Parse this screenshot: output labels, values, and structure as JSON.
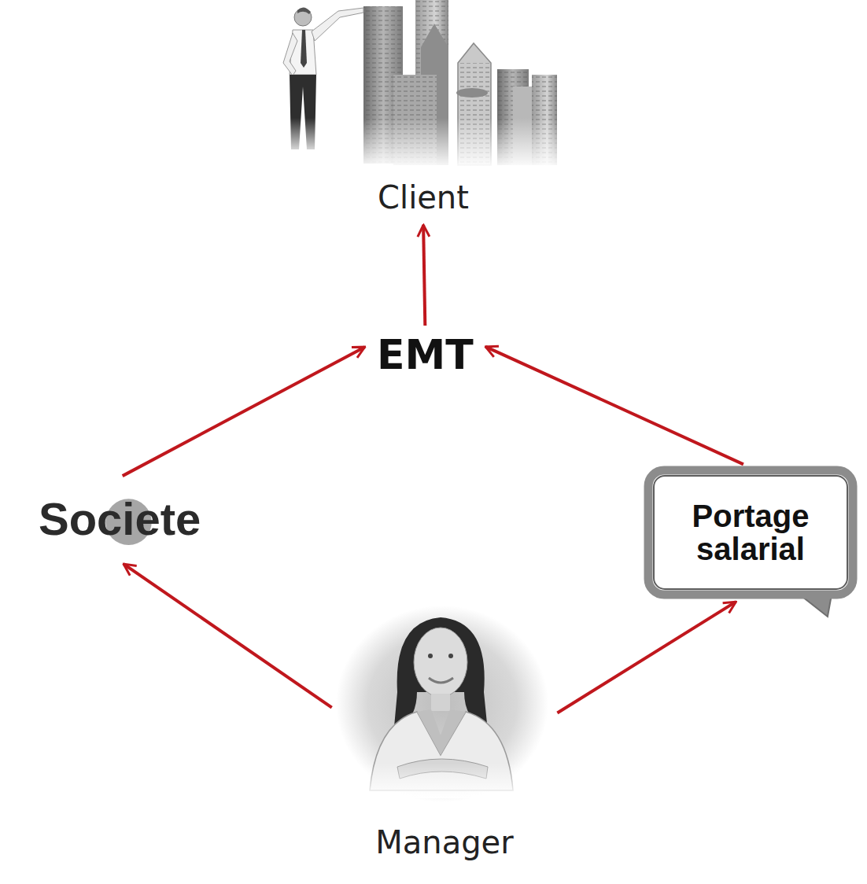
{
  "diagram": {
    "nodes": [
      {
        "text": [
          "Client"
        ]
      },
      {
        "text": [
          "EMT"
        ]
      },
      {
        "text": [
          "Societe"
        ]
      },
      {
        "text": [
          "Portage salarial"
        ]
      },
      {
        "text": [
          "Manager"
        ]
      }
    ],
    "edges": [
      {
        "from": 1,
        "to": 0,
        "arrow": "to"
      },
      {
        "from": 2,
        "to": 1,
        "arrow": "to"
      },
      {
        "from": 3,
        "to": 1,
        "arrow": "to"
      },
      {
        "from": 4,
        "to": 2,
        "arrow": "to"
      },
      {
        "from": 4,
        "to": 3,
        "arrow": "to"
      }
    ]
  }
}
